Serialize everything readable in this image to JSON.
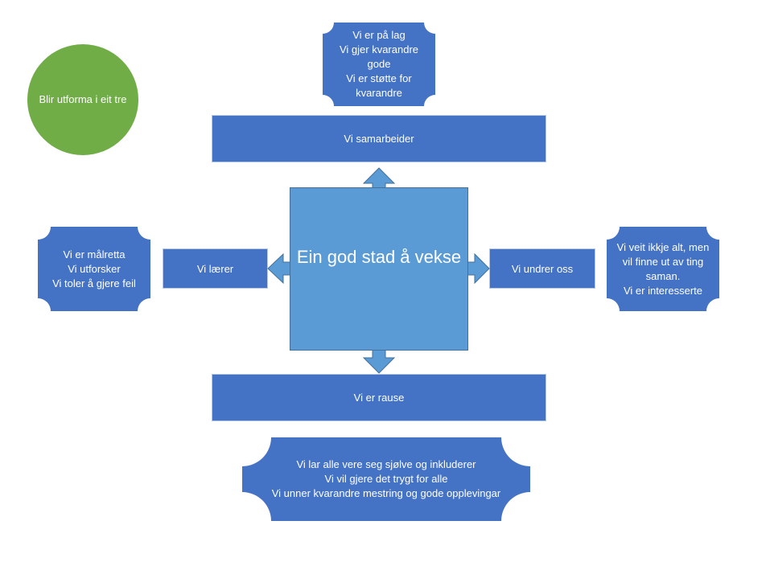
{
  "circle": {
    "text": "Blir utforma i eit tre"
  },
  "center": {
    "text": "Ein god stad å vekse"
  },
  "top": {
    "bar": "Vi samarbeider",
    "plaque": [
      "Vi er på lag",
      "Vi gjer kvarandre",
      "gode",
      "Vi er støtte for",
      "kvarandre"
    ]
  },
  "left": {
    "bar": "Vi lærer",
    "plaque": [
      "Vi er målretta",
      "Vi utforsker",
      "Vi toler å gjere feil"
    ]
  },
  "right": {
    "bar": "Vi undrer oss",
    "plaque": [
      "Vi veit ikkje alt, men",
      "vil finne ut av ting",
      "saman.",
      "Vi er interesserte"
    ]
  },
  "bottom": {
    "bar": "Vi er rause",
    "plaque": [
      "Vi lar alle vere seg sjølve og inkluderer",
      "Vi vil gjere det trygt for alle",
      "Vi unner kvarandre mestring og gode opplevingar"
    ]
  },
  "colors": {
    "primary": "#4472C4",
    "center": "#5B9BD5",
    "circle": "#70AD47",
    "text": "#FFFFFF"
  }
}
